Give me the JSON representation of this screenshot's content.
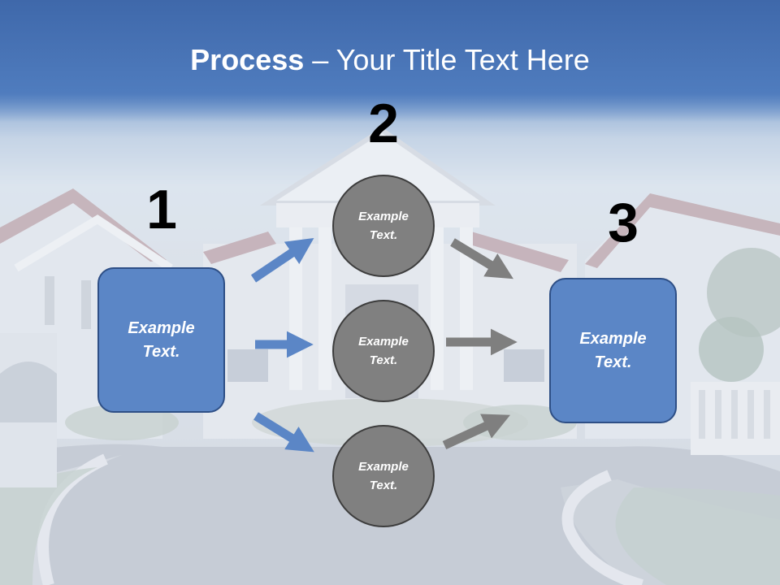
{
  "title": {
    "bold": "Process",
    "separator": " – ",
    "rest": "Your Title Text Here"
  },
  "steps": [
    {
      "number": "1",
      "box_text": "Example\nText."
    },
    {
      "number": "2"
    },
    {
      "number": "3",
      "box_text": "Example\nText."
    }
  ],
  "circles": [
    {
      "text": "Example\nText."
    },
    {
      "text": "Example\nText."
    },
    {
      "text": "Example\nText."
    }
  ],
  "colors": {
    "box_fill": "#5b86c6",
    "box_border": "#2e4f86",
    "circle_fill": "#808080",
    "circle_border": "#3d3d3d",
    "arrow_blue": "#5b86c6",
    "arrow_gray": "#7f7f7f",
    "title_band": "#4a78bc"
  }
}
